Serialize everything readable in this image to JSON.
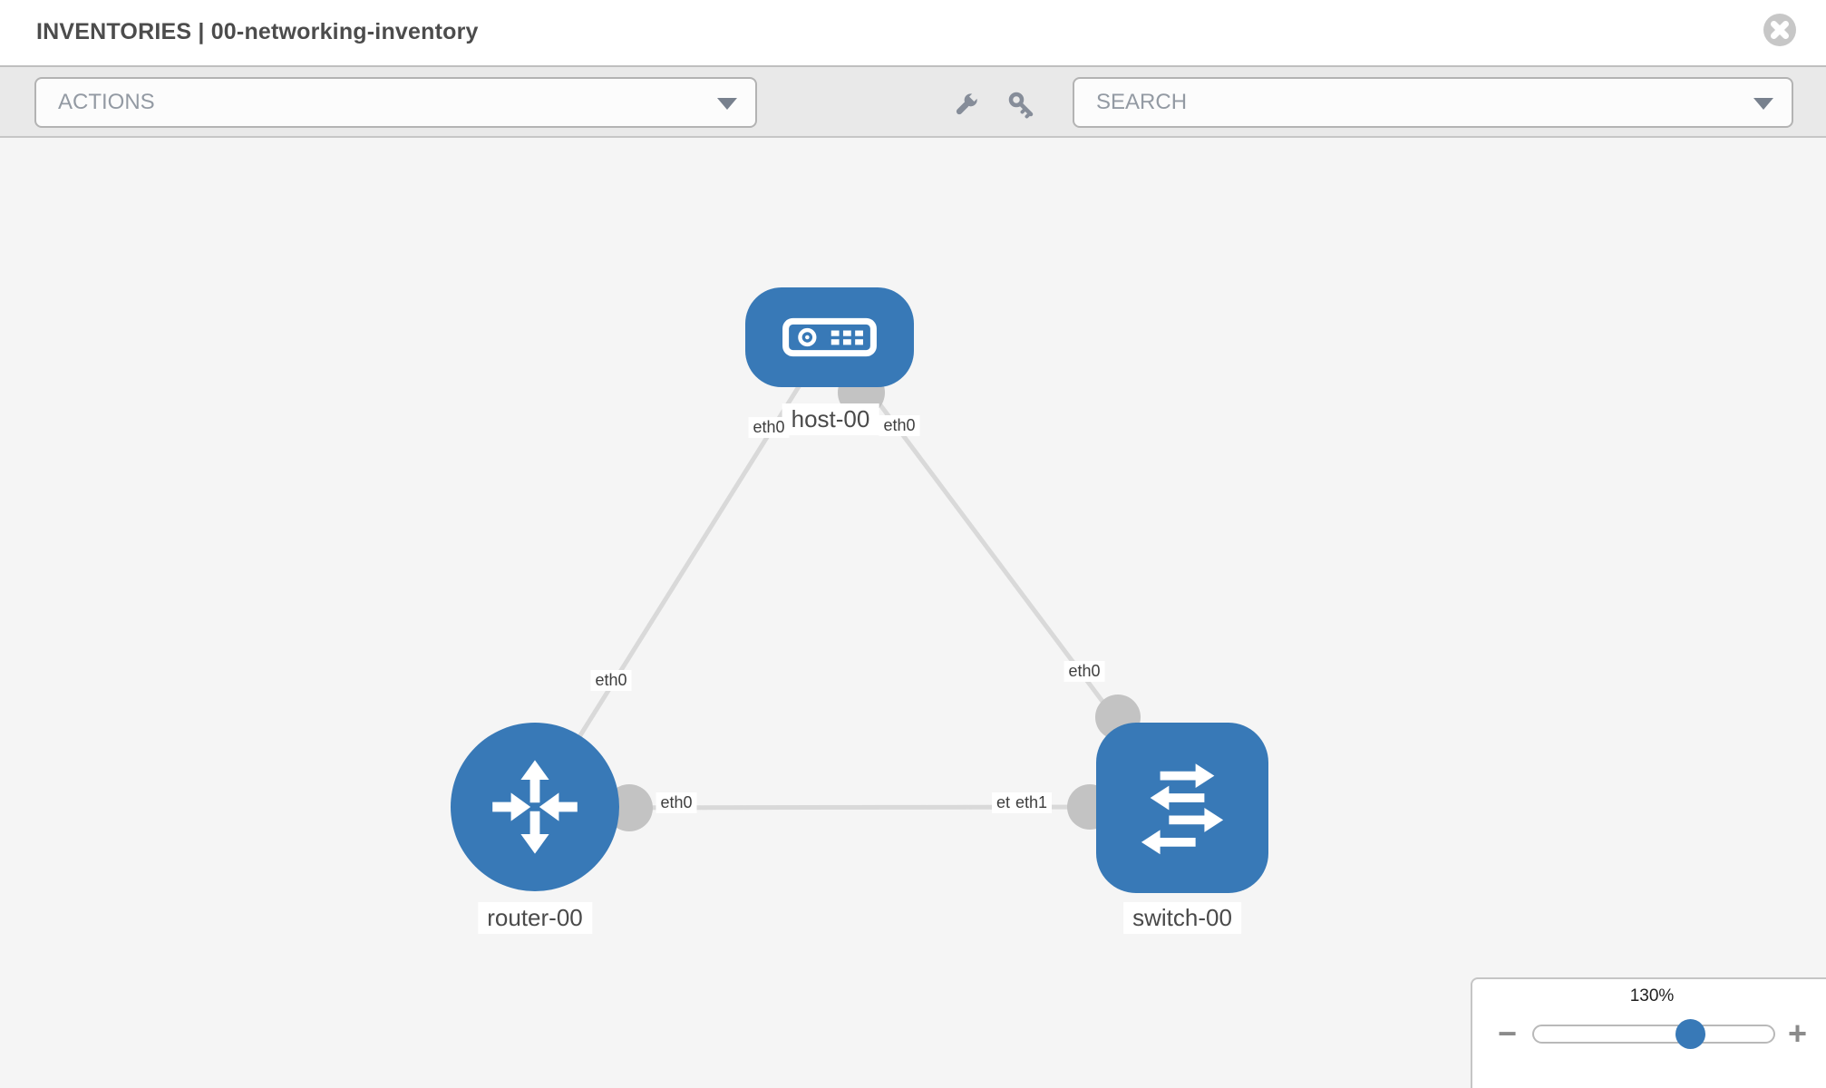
{
  "header": {
    "title": "INVENTORIES | 00-networking-inventory"
  },
  "toolbar": {
    "actions_label": "ACTIONS",
    "search_placeholder": "SEARCH",
    "icons": [
      "wrench-icon",
      "key-icon"
    ]
  },
  "topology": {
    "nodes": [
      {
        "label": "host-00",
        "type": "host"
      },
      {
        "label": "router-00",
        "type": "router"
      },
      {
        "label": "switch-00",
        "type": "switch"
      }
    ],
    "links": [
      {
        "from": "host-00",
        "to": "router-00",
        "from_port": "eth0",
        "to_port": "eth0"
      },
      {
        "from": "host-00",
        "to": "switch-00",
        "from_port": "eth0",
        "to_port": "eth0"
      },
      {
        "from": "router-00",
        "to": "switch-00",
        "from_port": "eth0",
        "to_port": "eth1",
        "to_port_overlapped": "eth0"
      }
    ]
  },
  "zoom_control": {
    "level": "130%",
    "minus": "−",
    "plus": "+"
  },
  "colors": {
    "node_blue": "#3879b7",
    "link_gray": "#d9d9d9",
    "port_gray": "#c3c3c3",
    "toolbar_bg": "#e9e9e9",
    "canvas_bg": "#f5f5f5"
  }
}
